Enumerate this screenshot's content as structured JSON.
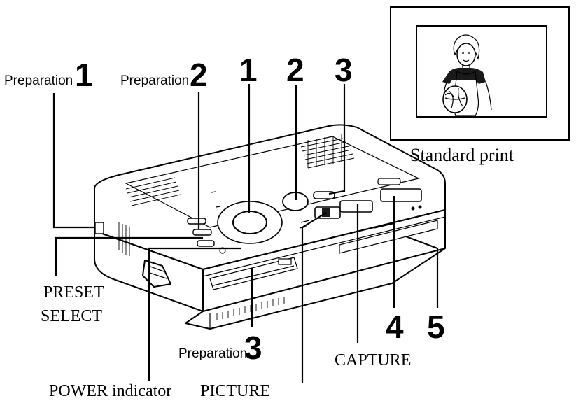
{
  "callouts": {
    "preparation_word": "Preparation",
    "prep1_num": "1",
    "prep2_num": "2",
    "prep3_num": "3",
    "step1": "1",
    "step2": "2",
    "step3": "3",
    "step4": "4",
    "step5": "5"
  },
  "labels": {
    "preset_line1": "PRESET",
    "preset_line2": "SELECT",
    "power_indicator": "POWER indicator",
    "picture": "PICTURE",
    "capture": "CAPTURE"
  },
  "inset": {
    "caption": "Standard print"
  }
}
